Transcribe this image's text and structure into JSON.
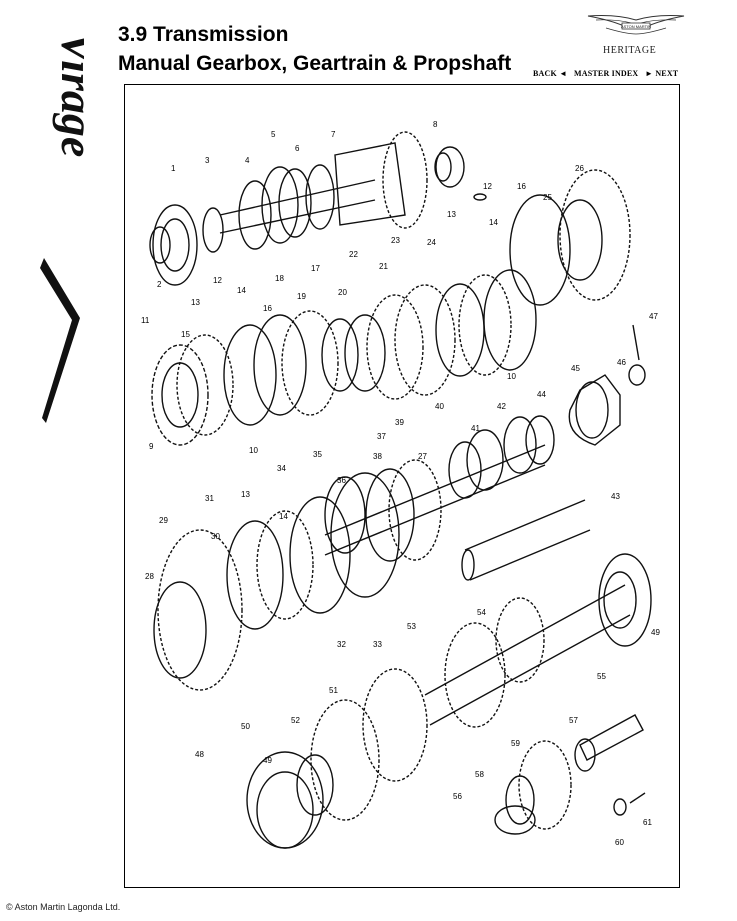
{
  "header": {
    "section_title": "3.9 Transmission",
    "subtitle": "Manual Gearbox, Geartrain & Propshaft",
    "side_logo_text": "Virage",
    "brand_logo_text": "ASTON MARTIN",
    "heritage_label": "HERITAGE"
  },
  "nav": {
    "back": "BACK ◄",
    "master_index": "MASTER INDEX",
    "next": "► NEXT"
  },
  "diagram": {
    "part_numbers": [
      "1",
      "2",
      "3",
      "4",
      "5",
      "6",
      "7",
      "8",
      "12",
      "13",
      "14",
      "16",
      "25",
      "26",
      "11",
      "12",
      "13",
      "14",
      "15",
      "16",
      "17",
      "18",
      "19",
      "20",
      "21",
      "22",
      "23",
      "24",
      "47",
      "46",
      "45",
      "10",
      "9",
      "10",
      "40",
      "41",
      "42",
      "44",
      "34",
      "35",
      "36",
      "37",
      "38",
      "39",
      "27",
      "31",
      "13",
      "14",
      "29",
      "30",
      "43",
      "28",
      "32",
      "33",
      "53",
      "54",
      "49",
      "51",
      "52",
      "55",
      "50",
      "57",
      "48",
      "49",
      "59",
      "58",
      "56",
      "60",
      "61"
    ]
  },
  "footer": {
    "copyright": "© Aston Martin Lagonda Ltd."
  }
}
